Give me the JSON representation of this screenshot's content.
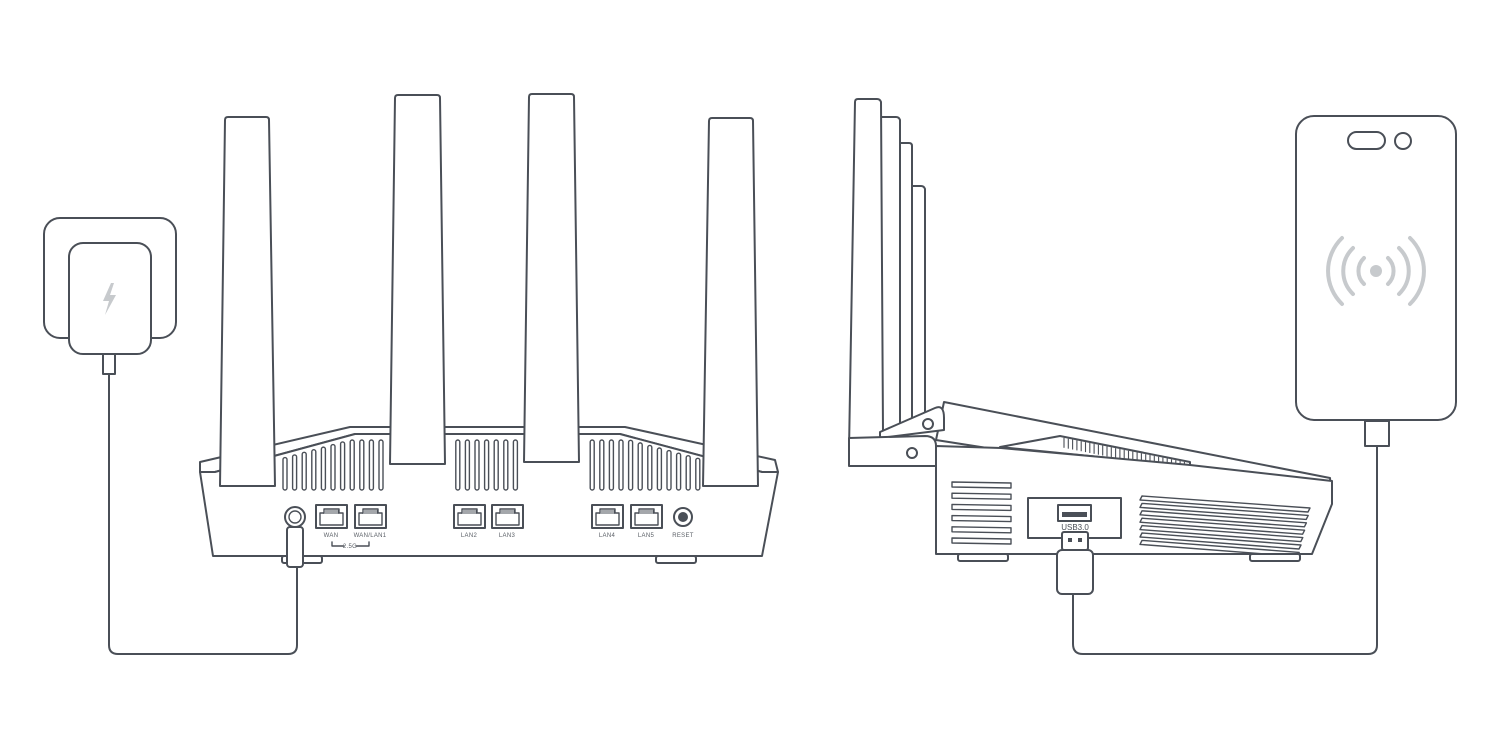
{
  "colors": {
    "stroke": "#4a4f57",
    "background": "#ffffff",
    "wave": "#c7cacd",
    "bolt": "#c7cacd"
  },
  "rear_panel": {
    "ports": {
      "wan": "WAN",
      "wan_lan1": "WAN/LAN1",
      "group_label": "2.5G",
      "lan2": "LAN2",
      "lan3": "LAN3",
      "lan4": "LAN4",
      "lan5": "LAN5",
      "reset": "RESET"
    }
  },
  "side_panel": {
    "usb_label": "USB3.0"
  },
  "icons": {
    "power_adapter": "lightning-bolt-icon",
    "phone_wireless": "broadcast-waves-icon"
  }
}
